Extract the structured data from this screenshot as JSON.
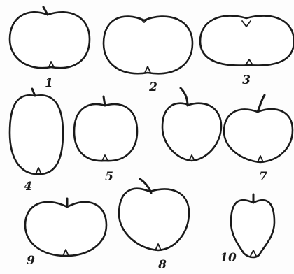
{
  "figures": [
    {
      "number": "1",
      "shape": "round-flat"
    },
    {
      "number": "2",
      "shape": "oblate"
    },
    {
      "number": "3",
      "shape": "flat-oblong"
    },
    {
      "number": "4",
      "shape": "elongated-cylindrical"
    },
    {
      "number": "5",
      "shape": "round-conic"
    },
    {
      "number": "7",
      "shape": "broad-conic"
    },
    {
      "number": "9",
      "shape": "flat-round"
    },
    {
      "number": "8",
      "shape": "conic"
    },
    {
      "number": "10",
      "shape": "bell-shaped"
    }
  ],
  "colors": {
    "line": "#1a1a1a",
    "fill": "#ffffff"
  }
}
